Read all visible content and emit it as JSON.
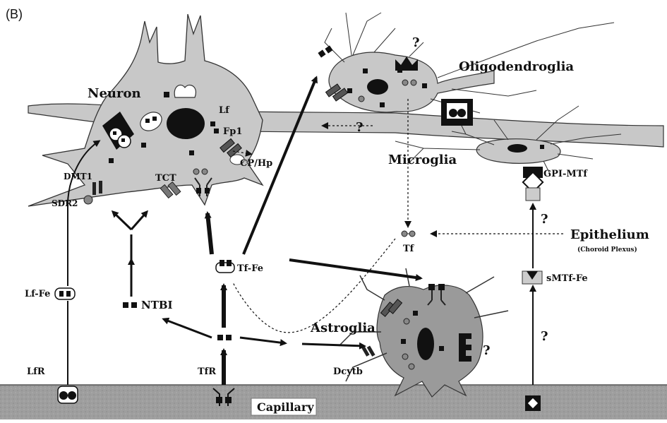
{
  "figure": {
    "panel_letter": "(B)",
    "capillary_label": "Capillary",
    "cells": {
      "neuron": "Neuron",
      "oligodendroglia": "Oligodendroglia",
      "microglia": "Microglia",
      "astroglia": "Astroglia",
      "epithelium": "Epithelium",
      "epithelium_sub": "(Choroid Plexus)"
    },
    "molecules": {
      "lf": "Lf",
      "fp1": "Fp1",
      "cp_hp": "CP/Hp",
      "dmt1": "DMT1",
      "sdr2": "SDR2",
      "tct": "TCT",
      "gpi_mtf": "GPI-MTf",
      "tf": "Tf",
      "tf_fe": "Tf-Fe",
      "lf_fe": "Lf-Fe",
      "ntbi": "NTBI",
      "smtf_fe": "sMTf-Fe",
      "dcytb": "Dcytb",
      "lfr": "LfR",
      "tfr": "TfR"
    },
    "unknowns": {
      "oligo_top": "?",
      "oligo_arrow": "?",
      "mtf_upper": "?",
      "mtf_lower": "?",
      "astro": "?"
    }
  }
}
